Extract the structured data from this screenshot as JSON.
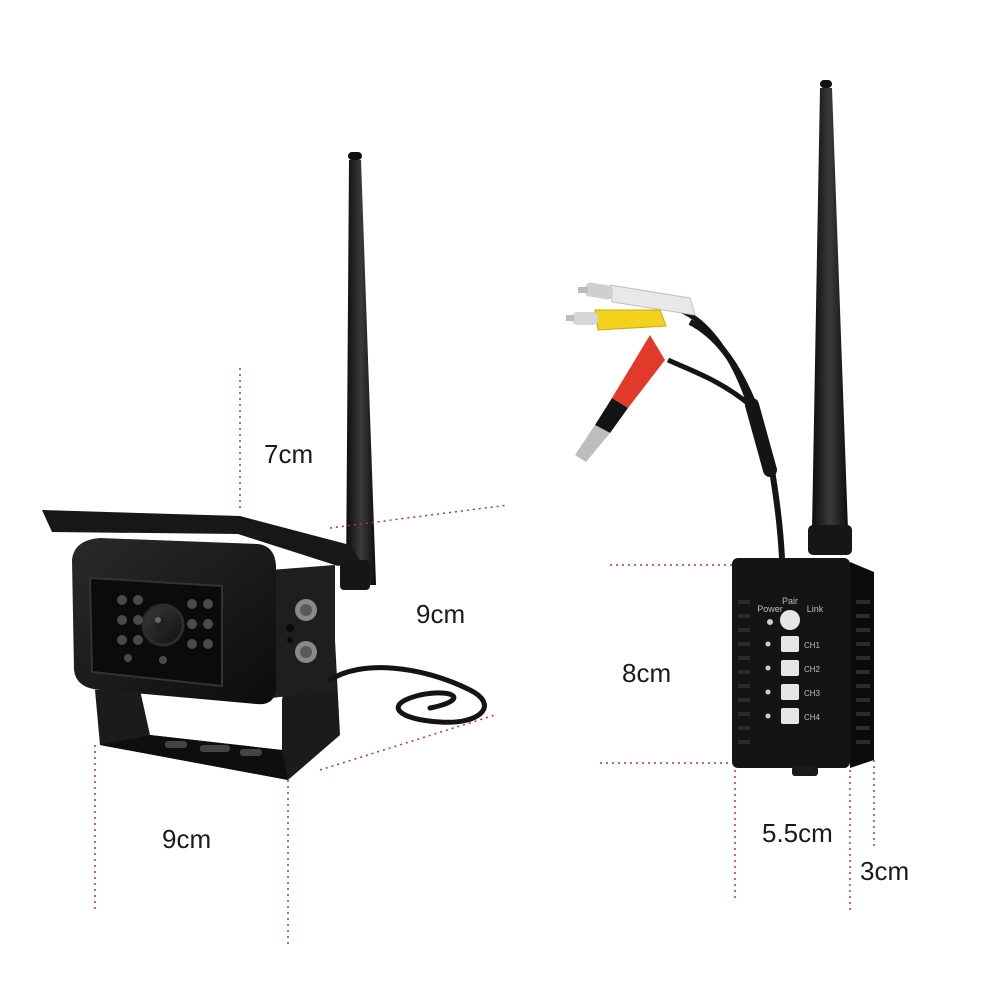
{
  "dimensions": {
    "camera_antenna_height": "7cm",
    "camera_depth": "9cm",
    "camera_width": "9cm",
    "receiver_height": "8cm",
    "receiver_width": "5.5cm",
    "receiver_depth": "3cm"
  },
  "receiver_panel": {
    "top_labels": [
      "Power",
      "Pair",
      "Link"
    ],
    "channels": [
      "CH1",
      "CH2",
      "CH3",
      "CH4"
    ]
  },
  "colors": {
    "device_body": "#141414",
    "dimension_line": "#d22b2b",
    "rca_white": "#e8e8e8",
    "rca_yellow": "#f2d21b",
    "rca_red": "#e23a2a"
  }
}
